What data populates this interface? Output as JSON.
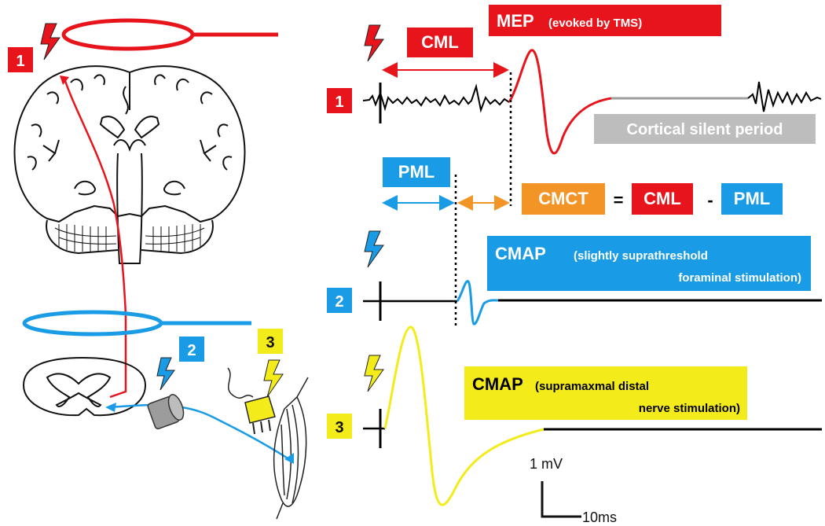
{
  "colors": {
    "red": "#e8141c",
    "blue": "#1a9be6",
    "yellow": "#f4ec1a",
    "orange": "#f29526",
    "gray": "#bdbdbd",
    "black": "#000000"
  },
  "markers": {
    "one": "1",
    "two": "2",
    "three": "3"
  },
  "labels": {
    "cml": "CML",
    "mep": "MEP",
    "mep_note": "(evoked by TMS)",
    "cortical_silent_period": "Cortical silent period",
    "pml": "PML",
    "cmct": "CMCT",
    "equals": "=",
    "minus": "-",
    "cml2": "CML",
    "pml2": "PML",
    "cmap_foraminal": "CMAP",
    "cmap_foraminal_note_1": "(slightly suprathreshold",
    "cmap_foraminal_note_2": "foraminal stimulation)",
    "cmap_distal": "CMAP",
    "cmap_distal_note_1": "(supramaxmal distal",
    "cmap_distal_note_2": "nerve stimulation)",
    "scale_v": "1 mV",
    "scale_t": "10ms"
  },
  "icons": [
    "lightning-bolt-icon",
    "tms-coil-icon",
    "brain-section-icon",
    "spinal-cord-section-icon",
    "electrode-icon",
    "muscle-icon"
  ]
}
